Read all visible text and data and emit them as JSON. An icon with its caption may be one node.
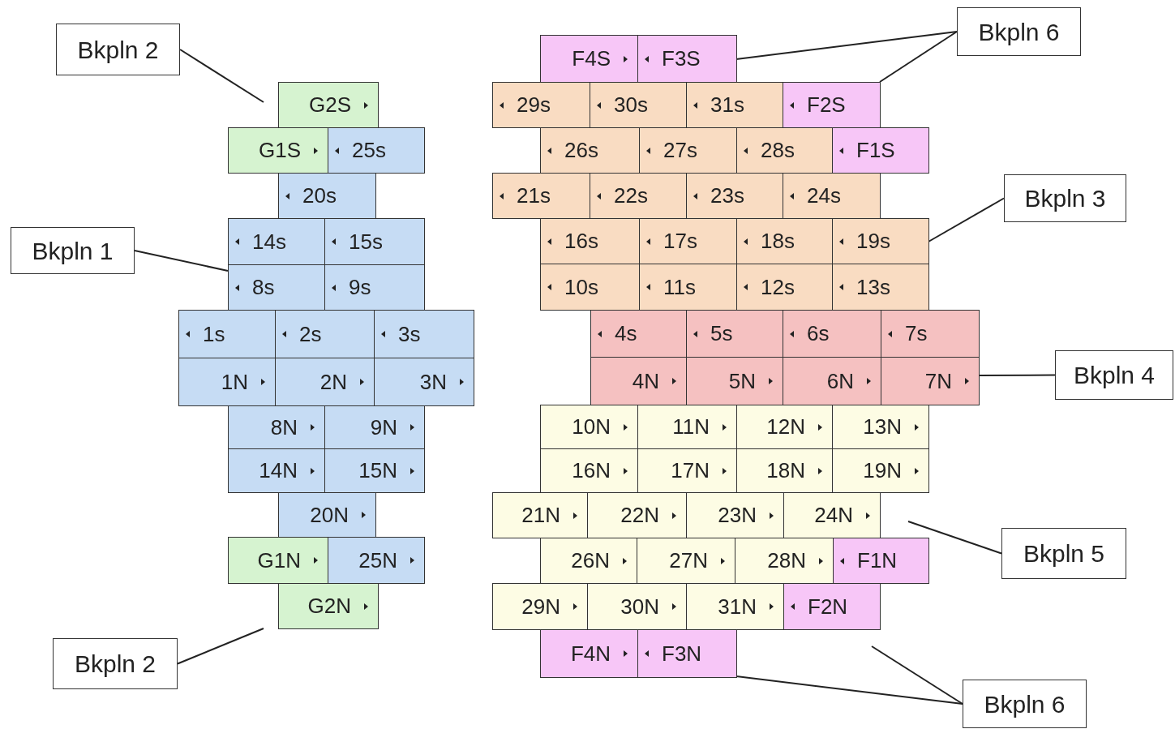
{
  "diagram": {
    "nodes": [
      {
        "text": [
          "Bkpln 2"
        ]
      },
      {
        "text": [
          "Bkpln 6"
        ]
      },
      {
        "text": [
          "F4S"
        ]
      },
      {
        "text": [
          "F3S"
        ]
      },
      {
        "text": [
          "G2S"
        ]
      },
      {
        "text": [
          "29s"
        ]
      },
      {
        "text": [
          "30s"
        ]
      },
      {
        "text": [
          "31s"
        ]
      },
      {
        "text": [
          "F2S"
        ]
      },
      {
        "text": [
          "G1S"
        ]
      },
      {
        "text": [
          "25s"
        ]
      },
      {
        "text": [
          "26s"
        ]
      },
      {
        "text": [
          "27s"
        ]
      },
      {
        "text": [
          "28s"
        ]
      },
      {
        "text": [
          "F1S"
        ]
      },
      {
        "text": [
          "20s"
        ]
      },
      {
        "text": [
          "21s"
        ]
      },
      {
        "text": [
          "22s"
        ]
      },
      {
        "text": [
          "23s"
        ]
      },
      {
        "text": [
          "24s"
        ]
      },
      {
        "text": [
          "Bkpln 3"
        ]
      },
      {
        "text": [
          "14s"
        ]
      },
      {
        "text": [
          "15s"
        ]
      },
      {
        "text": [
          "16s"
        ]
      },
      {
        "text": [
          "17s"
        ]
      },
      {
        "text": [
          "18s"
        ]
      },
      {
        "text": [
          "19s"
        ]
      },
      {
        "text": [
          "Bkpln 1"
        ]
      },
      {
        "text": [
          "8s"
        ]
      },
      {
        "text": [
          "9s"
        ]
      },
      {
        "text": [
          "10s"
        ]
      },
      {
        "text": [
          "11s"
        ]
      },
      {
        "text": [
          "12s"
        ]
      },
      {
        "text": [
          "13s"
        ]
      },
      {
        "text": [
          "1s"
        ]
      },
      {
        "text": [
          "2s"
        ]
      },
      {
        "text": [
          "3s"
        ]
      },
      {
        "text": [
          "4s"
        ]
      },
      {
        "text": [
          "5s"
        ]
      },
      {
        "text": [
          "6s"
        ]
      },
      {
        "text": [
          "7s"
        ]
      },
      {
        "text": [
          "1N"
        ]
      },
      {
        "text": [
          "2N"
        ]
      },
      {
        "text": [
          "3N"
        ]
      },
      {
        "text": [
          "4N"
        ]
      },
      {
        "text": [
          "5N"
        ]
      },
      {
        "text": [
          "6N"
        ]
      },
      {
        "text": [
          "7N"
        ]
      },
      {
        "text": [
          "Bkpln 4"
        ]
      },
      {
        "text": [
          "8N"
        ]
      },
      {
        "text": [
          "9N"
        ]
      },
      {
        "text": [
          "10N"
        ]
      },
      {
        "text": [
          "11N"
        ]
      },
      {
        "text": [
          "12N"
        ]
      },
      {
        "text": [
          "13N"
        ]
      },
      {
        "text": [
          "14N"
        ]
      },
      {
        "text": [
          "15N"
        ]
      },
      {
        "text": [
          "16N"
        ]
      },
      {
        "text": [
          "17N"
        ]
      },
      {
        "text": [
          "18N"
        ]
      },
      {
        "text": [
          "19N"
        ]
      },
      {
        "text": [
          "20N"
        ]
      },
      {
        "text": [
          "21N"
        ]
      },
      {
        "text": [
          "22N"
        ]
      },
      {
        "text": [
          "23N"
        ]
      },
      {
        "text": [
          "24N"
        ]
      },
      {
        "text": [
          "Bkpln 5"
        ]
      },
      {
        "text": [
          "G1N"
        ]
      },
      {
        "text": [
          "25N"
        ]
      },
      {
        "text": [
          "26N"
        ]
      },
      {
        "text": [
          "27N"
        ]
      },
      {
        "text": [
          "28N"
        ]
      },
      {
        "text": [
          "F1N"
        ]
      },
      {
        "text": [
          "G2N"
        ]
      },
      {
        "text": [
          "29N"
        ]
      },
      {
        "text": [
          "30N"
        ]
      },
      {
        "text": [
          "31N"
        ]
      },
      {
        "text": [
          "F2N"
        ]
      },
      {
        "text": [
          "Bkpln 2"
        ]
      },
      {
        "text": [
          "F4N"
        ]
      },
      {
        "text": [
          "F3N"
        ]
      },
      {
        "text": [
          "Bkpln 6"
        ]
      }
    ],
    "edges": [
      {
        "from": 0,
        "to": null,
        "arrow": "none"
      },
      {
        "from": 1,
        "to": 3,
        "arrow": "none"
      },
      {
        "from": 1,
        "to": 8,
        "arrow": "none"
      },
      {
        "from": 20,
        "to": 26,
        "arrow": "none"
      },
      {
        "from": 27,
        "to": 28,
        "arrow": "none"
      },
      {
        "from": 48,
        "to": 47,
        "arrow": "none"
      },
      {
        "from": 66,
        "to": null,
        "arrow": "none"
      },
      {
        "from": 78,
        "to": null,
        "arrow": "none"
      },
      {
        "from": 81,
        "to": 80,
        "arrow": "none"
      },
      {
        "from": 81,
        "to": null,
        "arrow": "none"
      }
    ]
  }
}
